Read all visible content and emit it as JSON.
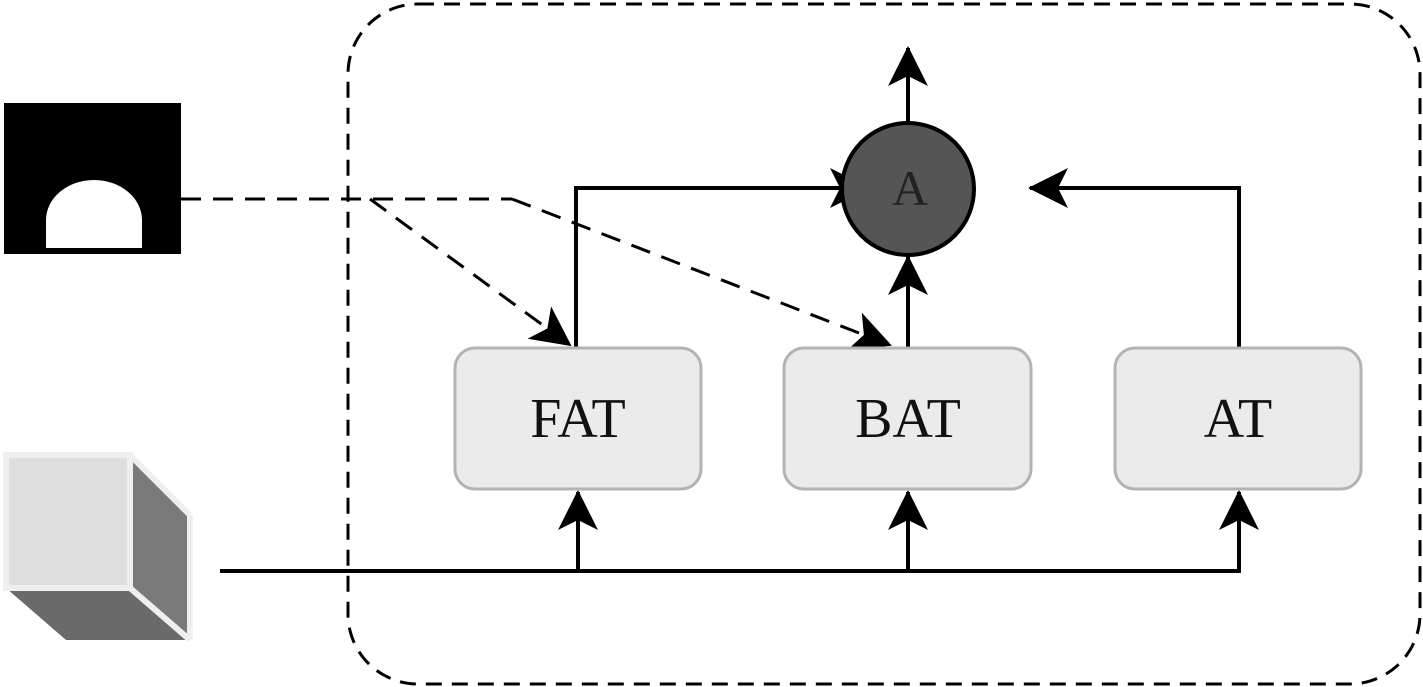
{
  "nodes": {
    "fat": {
      "label": "FAT"
    },
    "bat": {
      "label": "BAT"
    },
    "at": {
      "label": "AT"
    },
    "aggregate": {
      "label": "A"
    }
  },
  "colors": {
    "box_fill": "#ebebeb",
    "box_stroke": "#b3b3b3",
    "circle_fill": "#555555",
    "line": "#000000",
    "mask_background": "#000000",
    "mask_foreground": "#ffffff",
    "cube_front": "#d9d9d9",
    "cube_side": "#7a7a7a",
    "cube_bottom": "#6a6a6a"
  },
  "inputs": {
    "mask_icon": "semicircle-mask-image",
    "volume_icon": "cube-volume-icon"
  }
}
